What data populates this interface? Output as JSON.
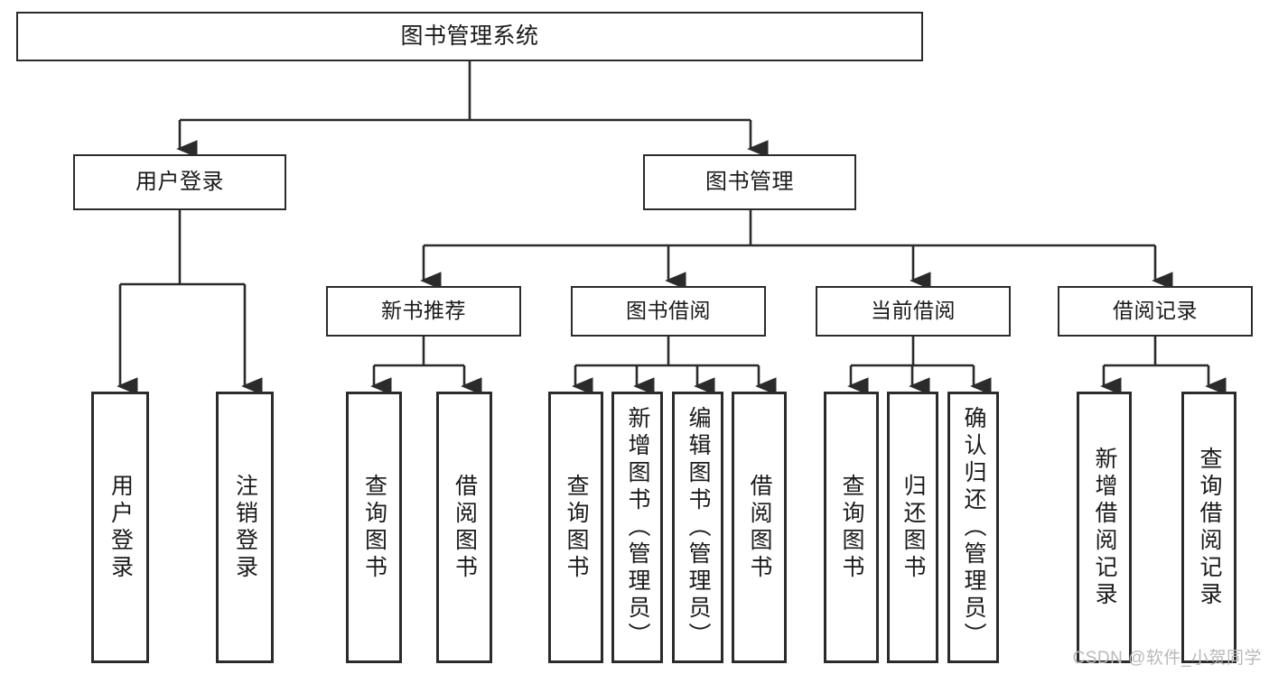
{
  "diagram": {
    "type": "hierarchy-tree",
    "title": "图书管理系统",
    "watermark": "CSDN @软件_小贺同学",
    "colors": {
      "box_border": "#2b2b2b",
      "box_fill": "#ffffff",
      "line": "#2b2b2b",
      "text": "#1a1a1a",
      "watermark": "#b9b9b9"
    },
    "nodes": {
      "root": {
        "label": "图书管理系统"
      },
      "level2": [
        {
          "id": "user-login",
          "label": "用户登录"
        },
        {
          "id": "book-manage",
          "label": "图书管理"
        }
      ],
      "level3": [
        {
          "id": "new-book-recommend",
          "label": "新书推荐"
        },
        {
          "id": "book-borrow",
          "label": "图书借阅"
        },
        {
          "id": "current-borrow",
          "label": "当前借阅"
        },
        {
          "id": "borrow-record",
          "label": "借阅记录"
        }
      ],
      "leaves": {
        "user-login": [
          {
            "id": "leaf-user-login",
            "label": "用户登录"
          },
          {
            "id": "leaf-logout",
            "label": "注销登录"
          }
        ],
        "new-book-recommend": [
          {
            "id": "leaf-query-book-1",
            "label": "查询图书"
          },
          {
            "id": "leaf-borrow-book-1",
            "label": "借阅图书"
          }
        ],
        "book-borrow": [
          {
            "id": "leaf-query-book-2",
            "label": "查询图书"
          },
          {
            "id": "leaf-add-book",
            "label": "新增图书（管理员）"
          },
          {
            "id": "leaf-edit-book",
            "label": "编辑图书（管理员）"
          },
          {
            "id": "leaf-borrow-book-2",
            "label": "借阅图书"
          }
        ],
        "current-borrow": [
          {
            "id": "leaf-query-book-3",
            "label": "查询图书"
          },
          {
            "id": "leaf-return-book",
            "label": "归还图书"
          },
          {
            "id": "leaf-confirm-return",
            "label": "确认归还（管理员）"
          }
        ],
        "borrow-record": [
          {
            "id": "leaf-add-record",
            "label": "新增借阅记录"
          },
          {
            "id": "leaf-query-record",
            "label": "查询借阅记录"
          }
        ]
      }
    }
  }
}
